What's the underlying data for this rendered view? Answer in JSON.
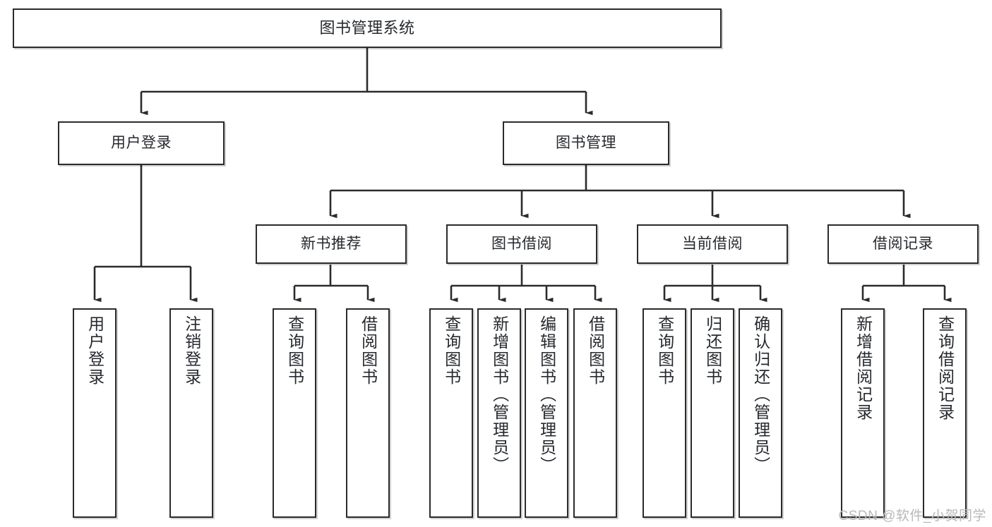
{
  "diagram": {
    "type": "tree-hierarchy",
    "title": "图书管理系统",
    "watermark": "CSDN @软件_小贺同学",
    "colors": {
      "stroke": "#2b2b2b",
      "fill": "#ffffff",
      "text": "#26292e",
      "watermark": "#b9b9b9"
    },
    "nodes": {
      "root": {
        "label": "图书管理系统"
      },
      "level2": [
        {
          "label": "用户登录"
        },
        {
          "label": "图书管理"
        }
      ],
      "level3": [
        {
          "label": "新书推荐"
        },
        {
          "label": "图书借阅"
        },
        {
          "label": "当前借阅"
        },
        {
          "label": "借阅记录"
        }
      ],
      "leaves": {
        "user_login": [
          {
            "label": "用户登录"
          },
          {
            "label": "注销登录"
          }
        ],
        "new_book": [
          {
            "label": "查询图书"
          },
          {
            "label": "借阅图书"
          }
        ],
        "book_borrow": [
          {
            "label": "查询图书"
          },
          {
            "label": "新增图书（管理员）"
          },
          {
            "label": "编辑图书（管理员）"
          },
          {
            "label": "借阅图书"
          }
        ],
        "current_borrow": [
          {
            "label": "查询图书"
          },
          {
            "label": "归还图书"
          },
          {
            "label": "确认归还（管理员）"
          }
        ],
        "borrow_record": [
          {
            "label": "新增借阅记录"
          },
          {
            "label": "查询借阅记录"
          }
        ]
      }
    }
  }
}
